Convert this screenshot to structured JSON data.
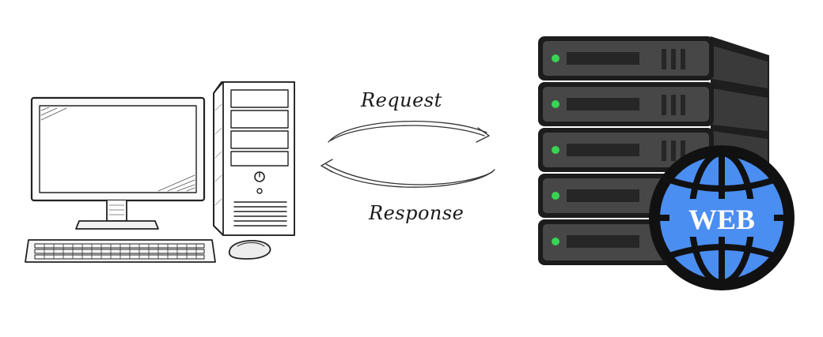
{
  "labels": {
    "request": "Request",
    "response": "Response",
    "globe_text": "WEB"
  },
  "icons": {
    "client": "desktop-computer-icon",
    "server": "server-rack-icon",
    "globe": "globe-icon"
  },
  "colors": {
    "led": "#39d353",
    "globe_blue": "#4b8ef2",
    "server_dark": "#2b2b2b",
    "server_mid": "#444444"
  }
}
